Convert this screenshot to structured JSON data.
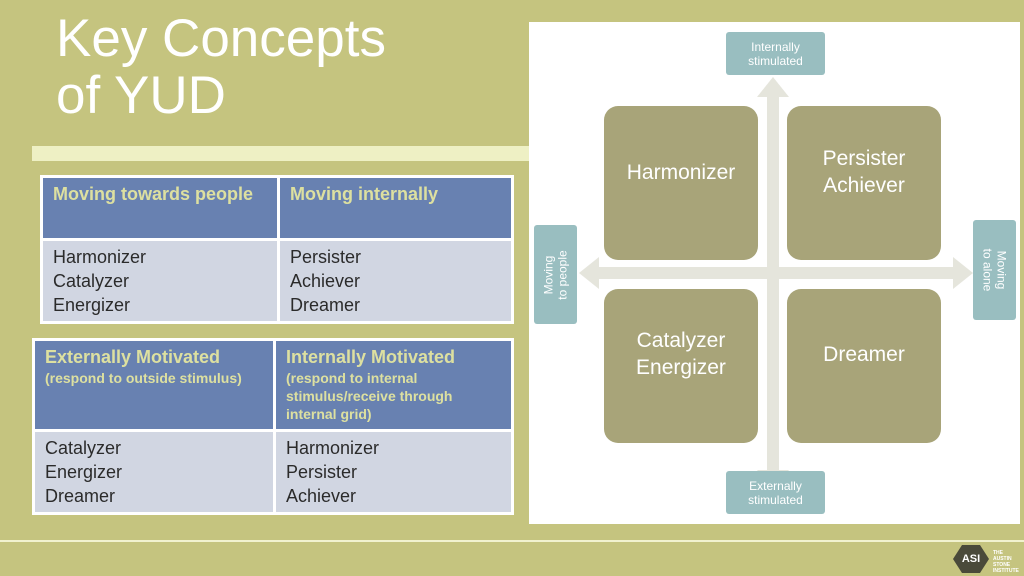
{
  "title": "Key Concepts\nof YUD",
  "table1": {
    "headers": [
      "Moving towards people",
      "Moving internally"
    ],
    "left": [
      "Harmonizer",
      "Catalyzer",
      "Energizer"
    ],
    "right": [
      "Persister",
      "Achiever",
      "Dreamer"
    ]
  },
  "table2": {
    "headers": [
      {
        "title": "Externally Motivated",
        "sub": "(respond to outside stimulus)"
      },
      {
        "title": "Internally Motivated",
        "sub": "(respond to internal stimulus/receive through internal grid)"
      }
    ],
    "left": [
      "Catalyzer",
      "Energizer",
      "Dreamer"
    ],
    "right": [
      "Harmonizer",
      "Persister",
      "Achiever"
    ]
  },
  "diagram": {
    "quadrants": {
      "top_left": "Harmonizer",
      "top_right": "Persister\nAchiever",
      "bottom_left": "Catalyzer\nEnergizer",
      "bottom_right": "Dreamer"
    },
    "axis_labels": {
      "top": "Internally\nstimulated",
      "bottom": "Externally\nstimulated",
      "left": "Moving\nto people",
      "right": "Moving\nto alone"
    }
  },
  "logo": {
    "badge": "ASI",
    "text": "THE\nAUSTIN\nSTONE\nINSTITUTE"
  },
  "colors": {
    "background": "#c5c47f",
    "table_header": "#6881b1",
    "table_header_text": "#dde0a0",
    "table_body": "#d1d6e2",
    "quadrant": "#a8a479",
    "axis_tag": "#99bec0"
  }
}
